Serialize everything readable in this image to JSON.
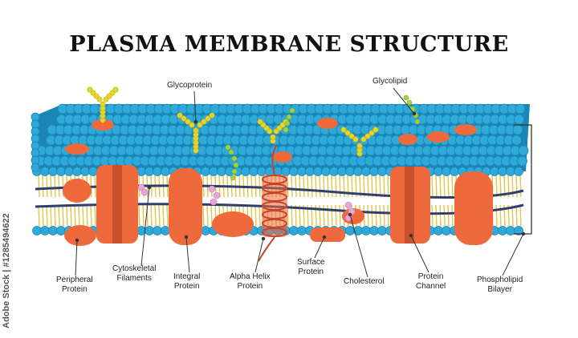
{
  "title": "PLASMA MEMBRANE STRUCTURE",
  "watermark": "Adobe Stock | #1285494622",
  "labels": {
    "glycoprotein": "Glycoprotein",
    "glycolipid": "Glycolipid",
    "peripheral_protein": [
      "Peripheral",
      "Protein"
    ],
    "cytoskeletal_filaments": [
      "Cytoskeletal",
      "Filaments"
    ],
    "integral_protein": [
      "Integral",
      "Protein"
    ],
    "alpha_helix_protein": [
      "Alpha Helix",
      "Protein"
    ],
    "surface_protein": [
      "Surface",
      "Protein"
    ],
    "cholesterol": "Cholesterol",
    "protein_channel": [
      "Protein",
      "Channel"
    ],
    "phospholipid_bilayer": [
      "Phospholipid",
      "Bilayer"
    ]
  },
  "colors": {
    "lipid_head": "#2ea9d8",
    "lipid_head_outline": "#1b86b6",
    "lipid_tail": "#e3c54a",
    "protein": "#ee6a3c",
    "protein_dark": "#c9502a",
    "sugar_chain": "#e8d52a",
    "glycolipid_chain": "#a5d23c",
    "cholesterol": "#e8a6d8",
    "filament": "#2c3f70"
  }
}
